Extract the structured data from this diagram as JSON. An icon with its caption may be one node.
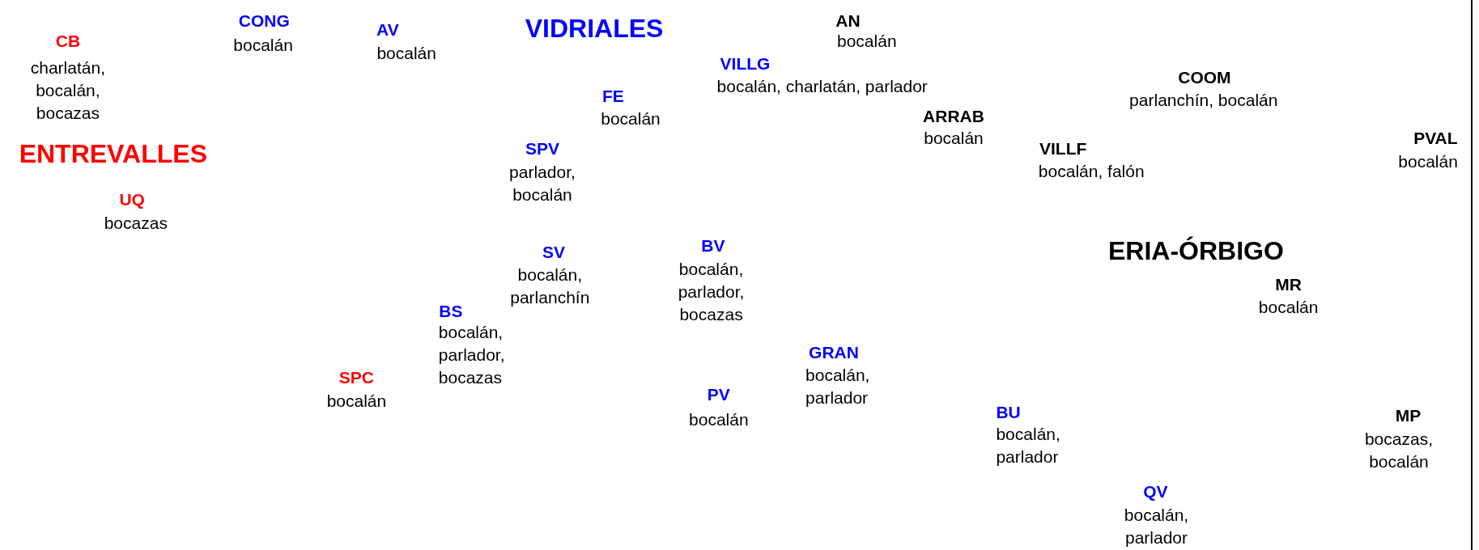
{
  "diagram": {
    "labels": [
      "CONG",
      "bocalán",
      "AN",
      "bocalán",
      "AV",
      "bocalán",
      "VIDRIALES",
      "CB",
      "charlatán, bocalán, bocazas",
      "VILLG",
      "bocalán, charlatán, parlador",
      "COOM",
      "parlanchín, bocalán",
      "FE",
      "bocalán",
      "ARRAB",
      "bocalán",
      "PVAL",
      "bocalán",
      "SPV",
      "parlador, bocalán",
      "VILLF",
      "bocalán, falón",
      "ENTREVALLES",
      "UQ",
      "bocazas",
      "BV",
      "bocalán, parlador, bocazas",
      "ERIA-ÓRBIGO",
      "SV",
      "bocalán, parlanchín",
      "MR",
      "bocalán",
      "BS",
      "bocalán, parlador, bocazas",
      "GRAN",
      "bocalán, parlador",
      "SPC",
      "bocalán",
      "PV",
      "bocalán",
      "BU",
      "bocalán, parlador",
      "MP",
      "bocazas, bocalán",
      "QV",
      "bocalán, parlador"
    ]
  }
}
